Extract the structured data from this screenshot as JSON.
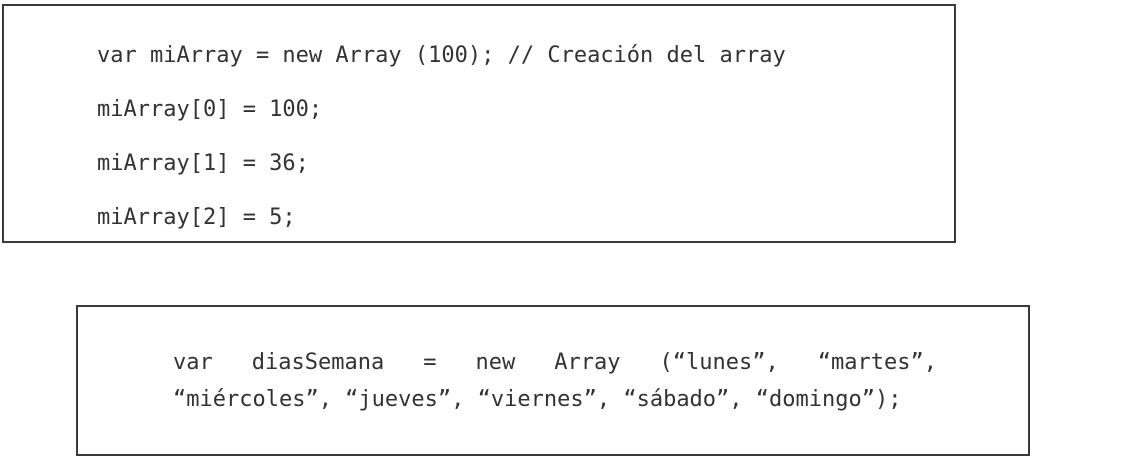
{
  "code_block_1": {
    "lines": [
      "var miArray = new Array (100); // Creación del array",
      "miArray[0] = 100;",
      "miArray[1] = 36;",
      "miArray[2] = 5;"
    ]
  },
  "code_block_2": {
    "lines": [
      "var diasSemana = new Array (“lunes”, “martes”,",
      "“miércoles”, “jueves”, “viernes”, “sábado”, “domingo”);"
    ]
  }
}
